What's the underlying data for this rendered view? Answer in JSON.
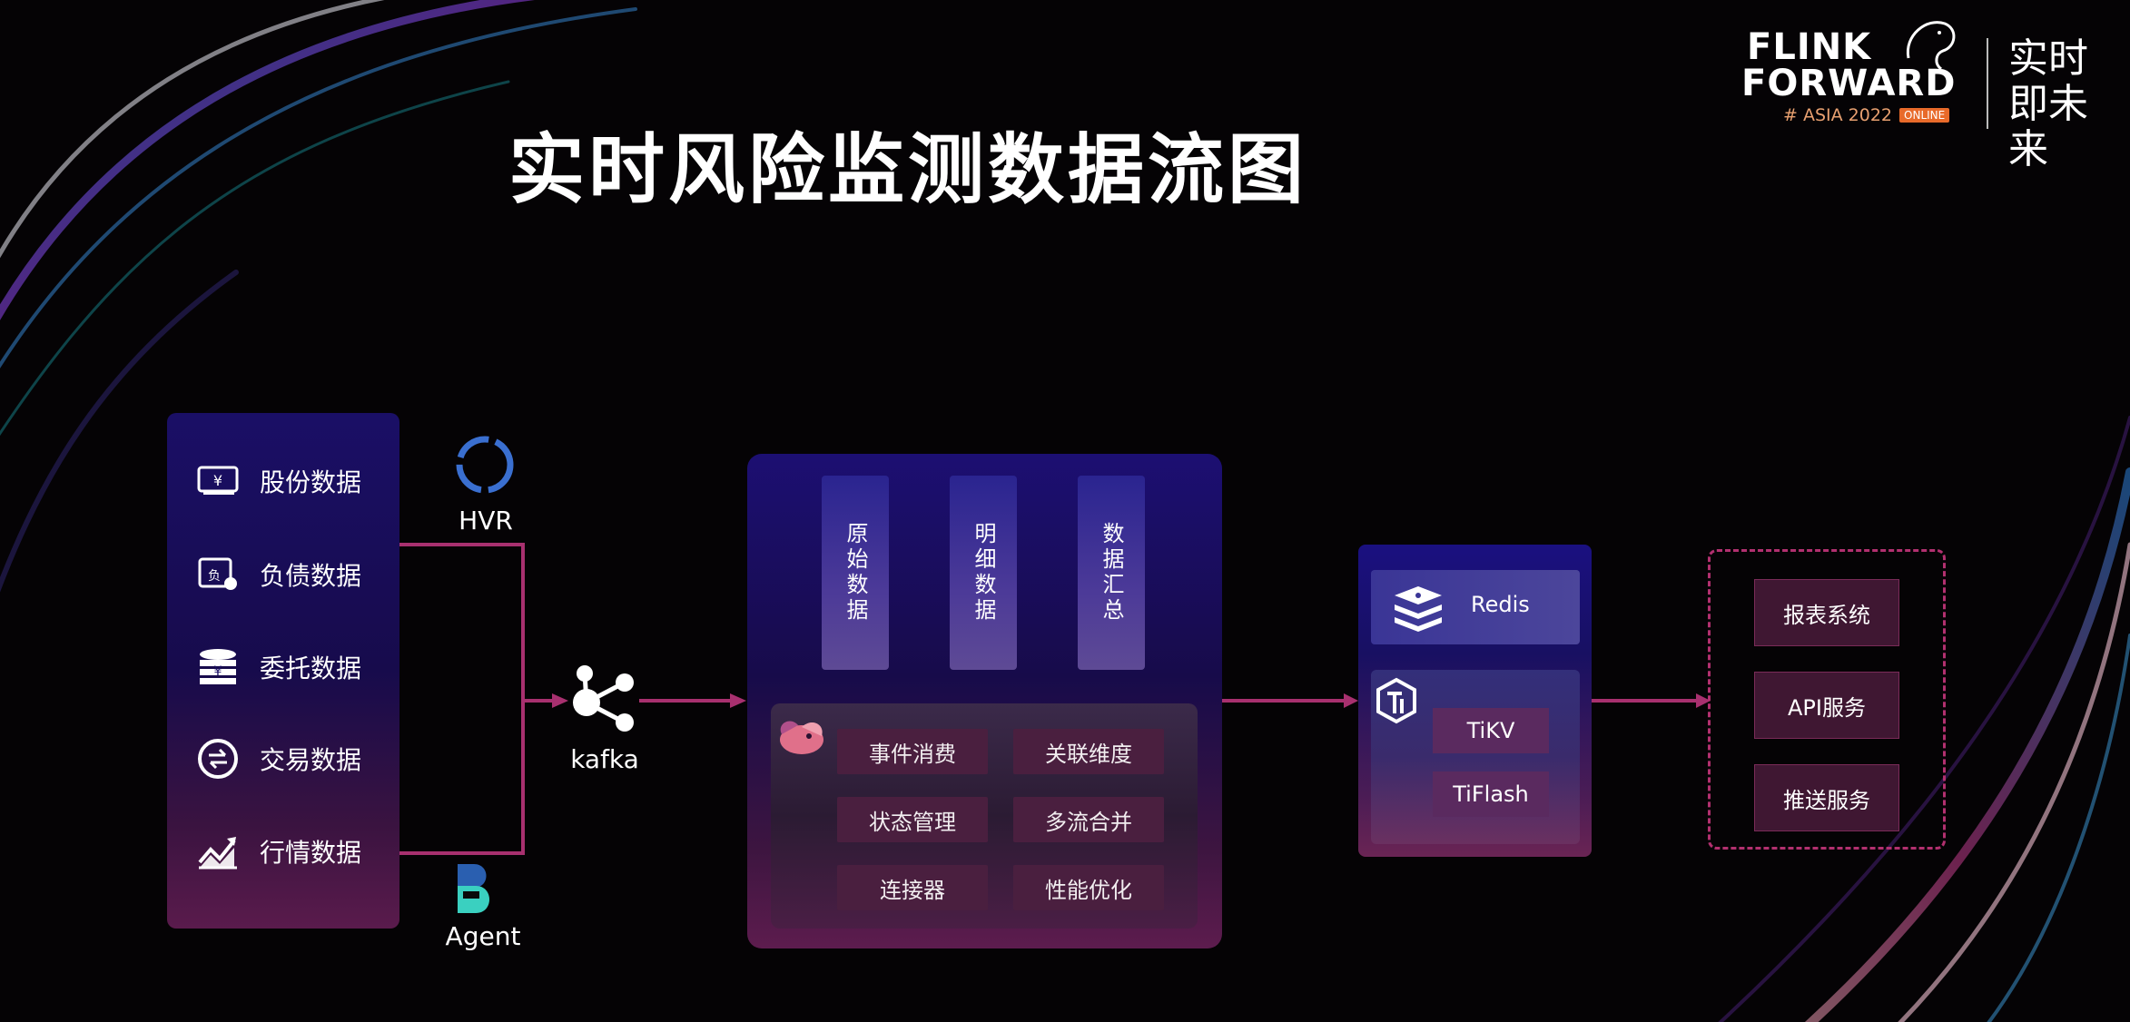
{
  "title": "实时风险监测数据流图",
  "branding": {
    "line1": "FLINK",
    "line2": "FORWARD",
    "event": "# ASIA 2022",
    "badge": "ONLINE",
    "slogan": "实时即未来"
  },
  "sources": {
    "items": [
      {
        "label": "股份数据",
        "icon": "yen-card-icon"
      },
      {
        "label": "负债数据",
        "icon": "debt-document-icon"
      },
      {
        "label": "委托数据",
        "icon": "coin-stack-icon"
      },
      {
        "label": "交易数据",
        "icon": "exchange-icon"
      },
      {
        "label": "行情数据",
        "icon": "trend-chart-icon"
      }
    ]
  },
  "ingest": {
    "hvr": "HVR",
    "agent": "Agent",
    "kafka": "kafka"
  },
  "flink": {
    "stages": [
      "原始数据",
      "明细数据",
      "数据汇总"
    ],
    "capabilities": [
      "事件消费",
      "关联维度",
      "状态管理",
      "多流合并",
      "连接器",
      "性能优化"
    ]
  },
  "storage": {
    "redis": "Redis",
    "tikv": "TiKV",
    "tiflash": "TiFlash"
  },
  "outputs": [
    "报表系统",
    "API服务",
    "推送服务"
  ],
  "colors": {
    "accent": "#a8306f",
    "panel_top": "#1a0f66",
    "panel_bottom": "#5a1b4c",
    "background": "#050305"
  }
}
